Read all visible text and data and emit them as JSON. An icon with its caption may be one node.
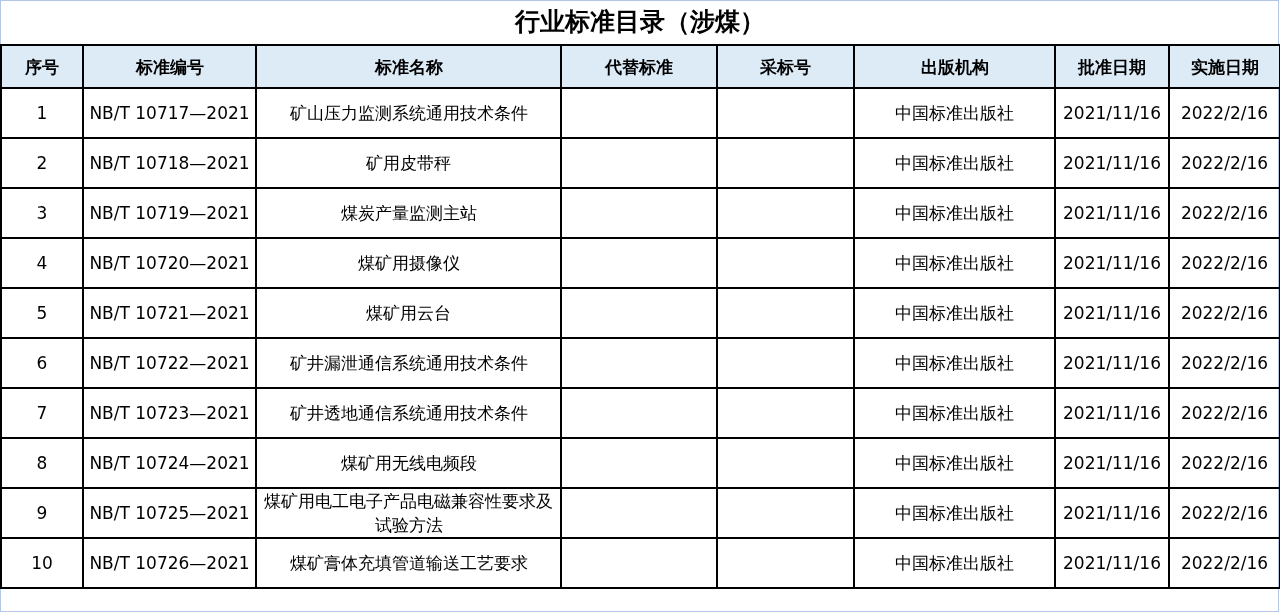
{
  "diagram": {
    "title": "行业标准目录（涉煤）",
    "labels": [
      "序号",
      "标准编号",
      "标准名称",
      "代替标准",
      "采标号",
      "出版机构",
      "批准日期",
      "实施日期",
      "1",
      "NB/T 10717—2021",
      "矿山压力监测系统通用技术条件",
      "中国标准出版社",
      "2021/11/16",
      "2022/2/16",
      "2",
      "NB/T 10718—2021",
      "矿用皮带秤",
      "中国标准出版社",
      "2021/11/16",
      "2022/2/16",
      "3",
      "NB/T 10719—2021",
      "煤炭产量监测主站",
      "中国标准出版社",
      "2021/11/16",
      "2022/2/16",
      "4",
      "NB/T 10720—2021",
      "煤矿用摄像仪",
      "中国标准出版社",
      "2021/11/16",
      "2022/2/16",
      "5",
      "NB/T 10721—2021",
      "煤矿用云台",
      "中国标准出版社",
      "2021/11/16",
      "2022/2/16",
      "6",
      "NB/T 10722—2021",
      "矿井漏泄通信系统通用技术条件",
      "中国标准出版社",
      "2021/11/16",
      "2022/2/16",
      "7",
      "NB/T 10723—2021",
      "矿井透地通信系统通用技术条件",
      "中国标准出版社",
      "2021/11/16",
      "2022/2/16",
      "8",
      "NB/T 10724—2021",
      "煤矿用无线电频段",
      "中国标准出版社",
      "2021/11/16",
      "2022/2/16",
      "9",
      "NB/T 10725—2021",
      "煤矿用电工电子产品电磁兼容性要求及试验方法",
      "中国标准出版社",
      "2021/11/16",
      "2022/2/16",
      "10",
      "NB/T 10726—2021",
      "煤矿膏体充填管道输送工艺要求",
      "中国标准出版社",
      "2021/11/16",
      "2022/2/16"
    ]
  }
}
